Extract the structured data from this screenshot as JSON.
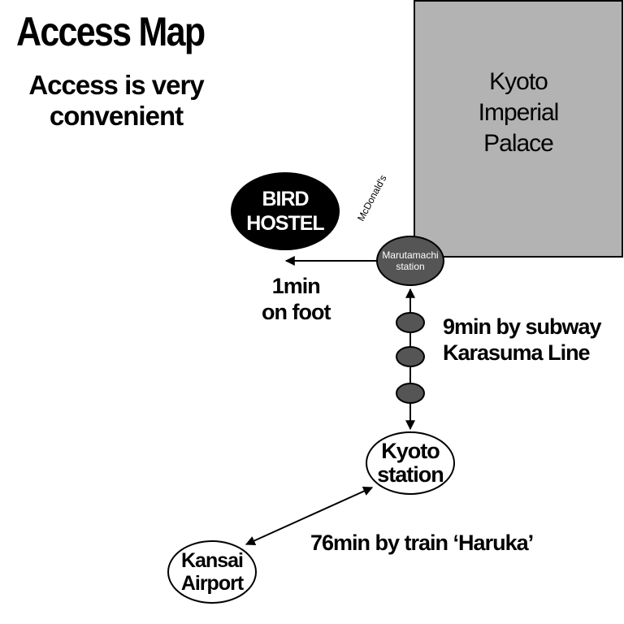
{
  "title": "Access Map",
  "subtitle_line1": "Access is very",
  "subtitle_line2": "convenient",
  "palace": {
    "line1": "Kyoto",
    "line2": "Imperial",
    "line3": "Palace",
    "fill_color": "#b3b3b3"
  },
  "hostel": {
    "line1": "BIRD",
    "line2": "HOSTEL"
  },
  "landmark": "McDonald's",
  "marutamachi": {
    "line1": "Marutamachi",
    "line2": "station",
    "fill_color": "#555555"
  },
  "walk": {
    "line1": "1min",
    "line2": "on foot"
  },
  "subway": {
    "line1": "9min by subway",
    "line2": "Karasuma Line"
  },
  "kyoto_station": {
    "line1": "Kyoto",
    "line2": "station"
  },
  "train": {
    "label": "76min by train  ‘Haruka’"
  },
  "airport": {
    "line1": "Kansai",
    "line2": "Airport"
  }
}
